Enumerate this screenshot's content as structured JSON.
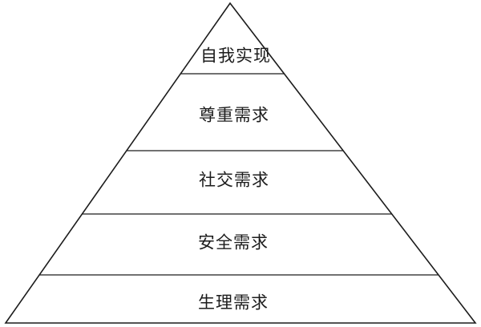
{
  "pyramid": {
    "type": "hierarchy-pyramid",
    "levels": [
      {
        "label": "自我实现"
      },
      {
        "label": "尊重需求"
      },
      {
        "label": "社交需求"
      },
      {
        "label": "安全需求"
      },
      {
        "label": "生理需求"
      }
    ],
    "colors": {
      "stroke": "#1c1c1c",
      "background": "#ffffff"
    }
  }
}
